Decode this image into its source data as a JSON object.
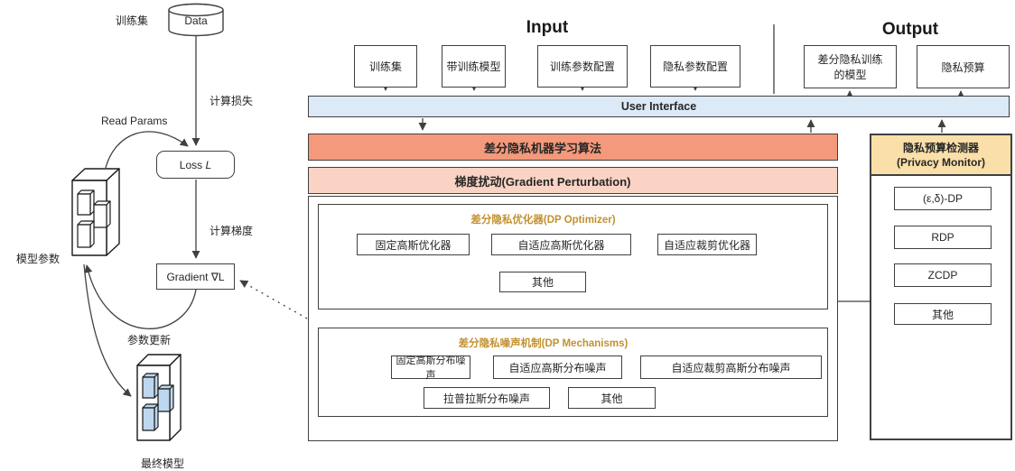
{
  "left_flow": {
    "training_set_label": "训练集",
    "data_label": "Data",
    "compute_loss_label": "计算损失",
    "read_params_label": "Read Params",
    "loss_text": "Loss",
    "loss_var": "L",
    "compute_gradient_label": "计算梯度",
    "gradient_text": "Gradient",
    "gradient_var": "∇L",
    "model_params_label": "模型参数",
    "param_update_label": "参数更新",
    "final_model_label": "最终模型"
  },
  "input": {
    "title": "Input",
    "boxes": [
      "训练集",
      "带训练模型",
      "训练参数配置",
      "隐私参数配置"
    ]
  },
  "output": {
    "title": "Output",
    "boxes": [
      "差分隐私训练的模型",
      "隐私预算"
    ]
  },
  "ui_bar": {
    "label": "User Interface"
  },
  "algorithm_bar": {
    "label": "差分隐私机器学习算法"
  },
  "perturbation_bar": {
    "label": "梯度扰动(Gradient Perturbation)"
  },
  "dp_optimizer": {
    "title": "差分隐私优化器(DP Optimizer)",
    "boxes": [
      "固定高斯优化器",
      "自适应高斯优化器",
      "自适应裁剪优化器"
    ],
    "other": "其他"
  },
  "dp_mechanisms": {
    "title": "差分隐私噪声机制(DP Mechanisms)",
    "row1": [
      "固定高斯分布噪声",
      "自适应高斯分布噪声",
      "自适应裁剪高斯分布噪声"
    ],
    "row2": [
      "拉普拉斯分布噪声",
      "其他"
    ]
  },
  "privacy_monitor": {
    "title_line1": "隐私预算检测器",
    "title_line2": "(Privacy Monitor)",
    "items": [
      "(ε,δ)-DP",
      "RDP",
      "ZCDP",
      "其他"
    ]
  },
  "colors": {
    "ui_bar": "#DCE9F7",
    "algorithm_bar": "#F4997B",
    "perturbation_bar": "#FAD3C4",
    "monitor_header": "#FADFA8",
    "group_title_text": "#C29130",
    "final_model_fill": "#BDD7EE",
    "line": "#404040"
  }
}
